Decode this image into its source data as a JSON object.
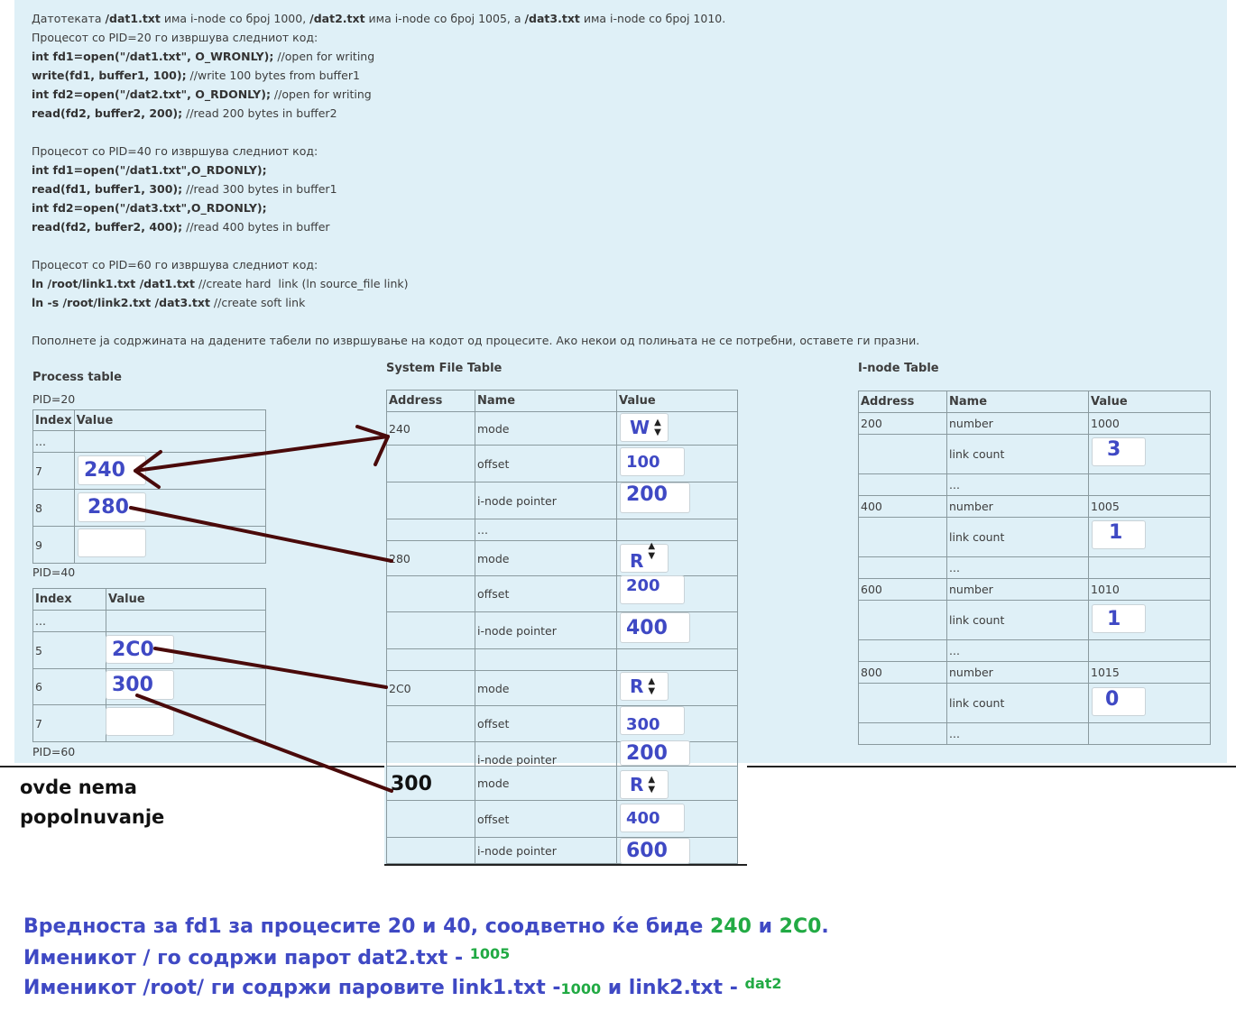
{
  "intro": {
    "l1a": "Датотеката ",
    "l1b": "/dat1.txt",
    "l1c": " има i-node со број 1000, ",
    "l1d": "/dat2.txt",
    "l1e": " има i-node со број 1005, а ",
    "l1f": "/dat3.txt",
    "l1g": " има i-node со број 1010.",
    "p20": "Процесот со PID=20 го извршува следниот код:",
    "c20_1b": "int fd1=open(\"/dat1.txt\", O_WRONLY);",
    "c20_1c": " //open for writing",
    "c20_2b": "write(fd1, buffer1, 100);",
    "c20_2c": " //write 100 bytes from buffer1",
    "c20_3b": "int fd2=open(\"/dat2.txt\", O_RDONLY);",
    "c20_3c": " //open for writing",
    "c20_4b": "read(fd2, buffer2, 200);",
    "c20_4c": " //read 200 bytes in buffer2",
    "p40": "Процесот со PID=40 го извршува следниот код:",
    "c40_1b": "int fd1=open(\"/dat1.txt\",O_RDONLY);",
    "c40_2b": "read(fd1, buffer1, 300);",
    "c40_2c": " //read 300 bytes in buffer1",
    "c40_3b": "int fd2=open(\"/dat3.txt\",O_RDONLY);",
    "c40_4b": "read(fd2, buffer2, 400);",
    "c40_4c": " //read 400 bytes in buffer",
    "p60": "Процесот со PID=60 го извршува следниот код:",
    "c60_1b": "ln /root/link1.txt /dat1.txt",
    "c60_1c": " //create hard  link (ln source_file link)",
    "c60_2b": "ln -s /root/link2.txt /dat3.txt",
    "c60_2c": " //create soft link",
    "instr": "Пополнете ја содржината на дадените табели по извршување на кодот од процесите. Ако некои од полињата не се потребни, оставете ги празни."
  },
  "process_table": {
    "title": "Process table",
    "pid20": "PID=20",
    "pid40": "PID=40",
    "pid60": "PID=60",
    "col_index": "Index",
    "col_value": "Value",
    "ellipsis": "...",
    "p20_rows": [
      {
        "index": "7",
        "value": "240"
      },
      {
        "index": "8",
        "value": "280"
      },
      {
        "index": "9",
        "value": ""
      }
    ],
    "p40_rows": [
      {
        "index": "5",
        "value": "2C0"
      },
      {
        "index": "6",
        "value": "300"
      },
      {
        "index": "7",
        "value": ""
      }
    ]
  },
  "sft": {
    "title": "System File Table",
    "col_address": "Address",
    "col_name": "Name",
    "col_value": "Value",
    "lbl_mode": "mode",
    "lbl_offset": "offset",
    "lbl_inode": "i-node pointer",
    "ellipsis": "...",
    "e1": {
      "address": "240",
      "mode": "W",
      "offset": "100",
      "inode": "200"
    },
    "e2": {
      "address": "280",
      "mode": "R",
      "offset": "200",
      "inode": "400"
    },
    "e3": {
      "address": "2C0",
      "mode": "R",
      "offset": "300",
      "inode": "200"
    },
    "e4": {
      "address": "300",
      "mode": "R",
      "offset": "400",
      "inode": "600"
    }
  },
  "inode": {
    "title": "I-node Table",
    "col_address": "Address",
    "col_name": "Name",
    "col_value": "Value",
    "lbl_number": "number",
    "lbl_link": "link count",
    "ellipsis": "...",
    "e1": {
      "address": "200",
      "number": "1000",
      "link": "3"
    },
    "e2": {
      "address": "400",
      "number": "1005",
      "link": "1"
    },
    "e3": {
      "address": "600",
      "number": "1010",
      "link": "1"
    },
    "e4": {
      "address": "800",
      "number": "1015",
      "link": "0"
    }
  },
  "annotation": {
    "no_fill_1": "ovde nema",
    "no_fill_2": "popolnuvanje",
    "a1": "Вредноста за fd1 за процесите 20 и 40, соодветно ќе биде ",
    "a1v1": "240",
    "a1mid": " и ",
    "a1v2": "2C0",
    "a1end": ".",
    "a2": "Именикот / го содржи парот dat2.txt  - ",
    "a2v": "1005",
    "a3a": "Именикот /root/ ги содржи паровите link1.txt -",
    "a3v1": "1000",
    "a3b": " и link2.txt - ",
    "a3v2": "dat2"
  },
  "colors": {
    "panel_bg": "#dff0f7",
    "answer_blue": "#3f49c4",
    "answer_green": "#22aa44",
    "arrow": "#4a0a0a"
  }
}
